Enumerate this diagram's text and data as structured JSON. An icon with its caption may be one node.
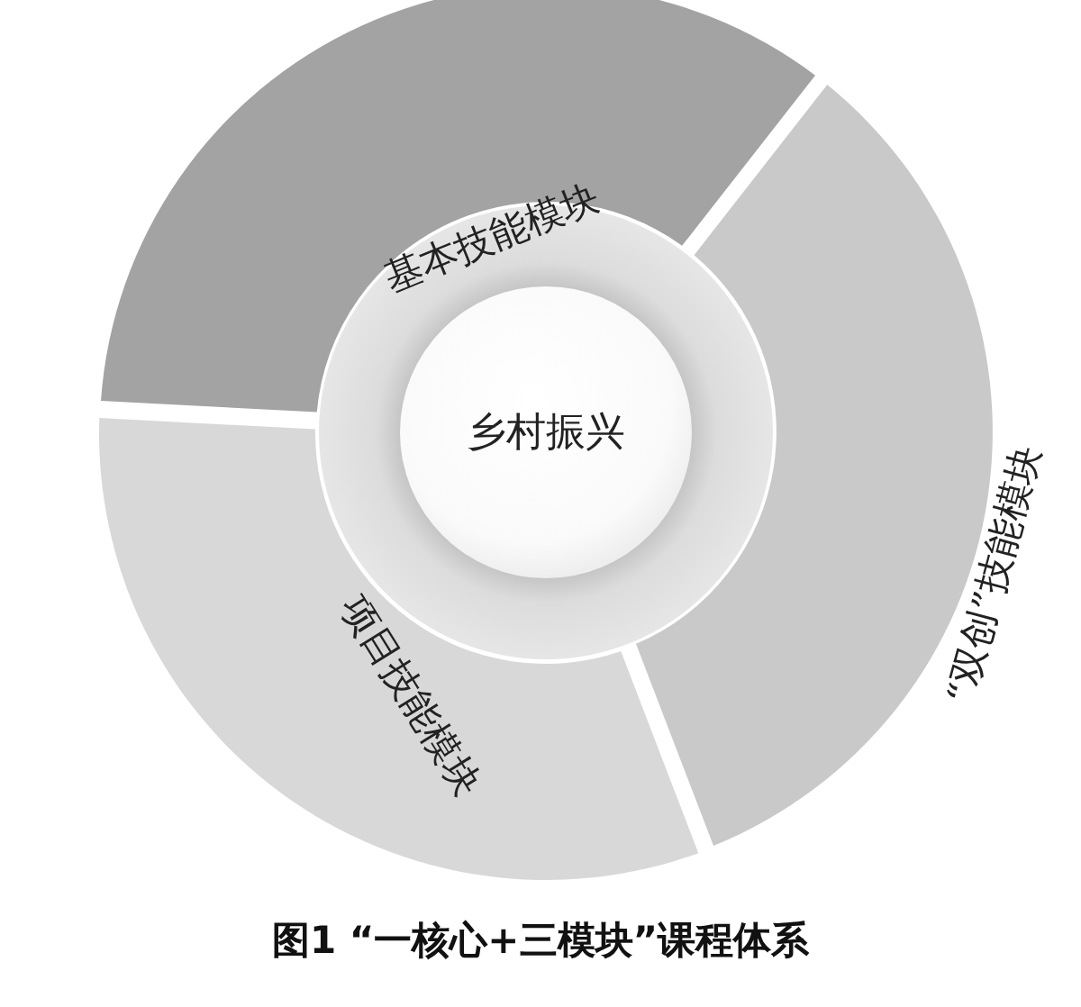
{
  "diagram": {
    "caption": "图1 “一核心+三模块”课程体系",
    "nodes": [
      {
        "text": [
          "基本技能模块"
        ]
      },
      {
        "text": [
          "“双创”技能模块"
        ]
      },
      {
        "text": [
          "项目技能模块"
        ]
      },
      {
        "text": [
          "乡村振兴"
        ]
      }
    ]
  }
}
